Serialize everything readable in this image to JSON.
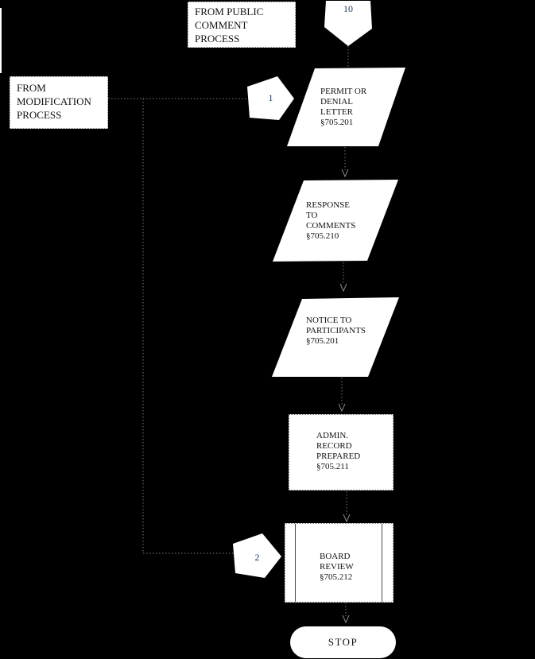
{
  "diagram": {
    "colors": {
      "background": "#000000",
      "shape_fill": "#ffffff",
      "text": "#111111",
      "connector": "#787878",
      "connector_number_text": "#1f3864"
    },
    "nodes": {
      "from_public_comment": {
        "type": "annotation-box",
        "label": "FROM PUBLIC\nCOMMENT\nPROCESS"
      },
      "offpage_10": {
        "type": "off-page-connector",
        "label": "10"
      },
      "from_modification": {
        "type": "annotation-box",
        "label": "FROM\nMODIFICATION\nPROCESS"
      },
      "offpage_1": {
        "type": "off-page-connector",
        "label": "1"
      },
      "permit_denial_letter": {
        "type": "document",
        "label": "PERMIT OR\nDENIAL\nLETTER\n§705.201"
      },
      "response_to_comments": {
        "type": "document",
        "label": "RESPONSE\nTO\nCOMMENTS\n§705.210"
      },
      "notice_to_participants": {
        "type": "document",
        "label": "NOTICE TO\nPARTICIPANTS\n§705.201"
      },
      "admin_record_prepared": {
        "type": "process",
        "label": "ADMIN.\nRECORD\nPREPARED\n§705.211"
      },
      "offpage_2": {
        "type": "off-page-connector",
        "label": "2"
      },
      "board_review": {
        "type": "predefined-process",
        "label": "BOARD\nREVIEW\n§705.212"
      },
      "stop": {
        "type": "terminator",
        "label": "STOP"
      }
    }
  }
}
